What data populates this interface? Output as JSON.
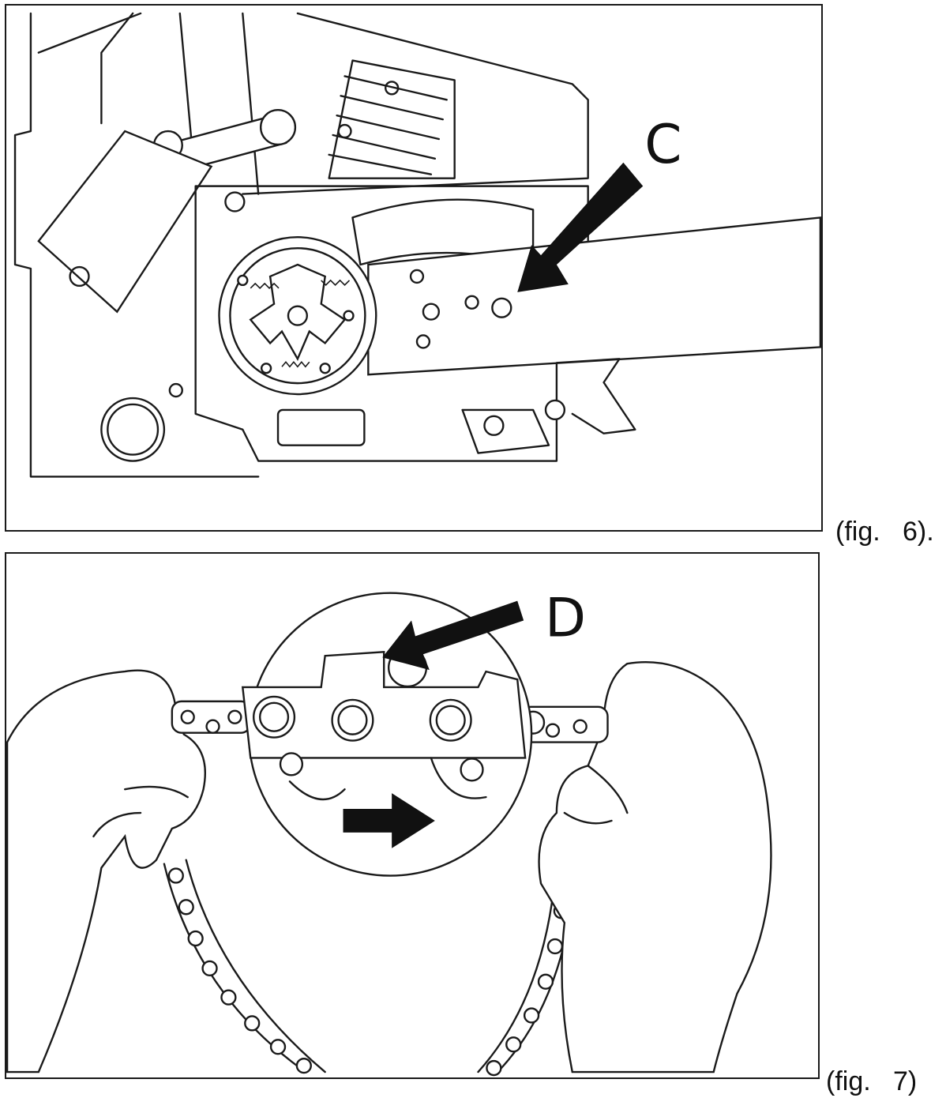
{
  "figures": [
    {
      "id": "fig6",
      "callout": "C",
      "caption": "(fig.   6)."
    },
    {
      "id": "fig7",
      "callout": "D",
      "caption": "(fig.   7)"
    }
  ],
  "colors": {
    "line": "#1a1a1a",
    "arrow": "#111111",
    "background": "#ffffff"
  }
}
